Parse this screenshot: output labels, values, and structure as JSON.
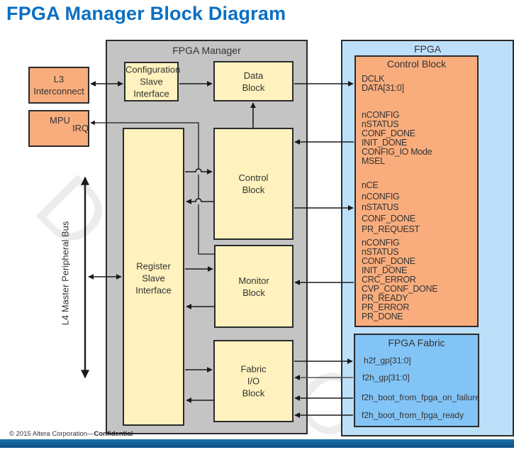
{
  "title": "FPGA Manager Block Diagram",
  "external": {
    "l3": "L3\nInterconnect",
    "mpu": "MPU",
    "irq": "IRQ",
    "bus": "L4 Master Peripheral Bus"
  },
  "fpga_manager": {
    "caption": "FPGA Manager",
    "config_slave": [
      "Configuration",
      "Slave",
      "Interface"
    ],
    "data_block": [
      "Data",
      "Block"
    ],
    "control_block": [
      "Control",
      "Block"
    ],
    "register_slave": [
      "Register",
      "Slave",
      "Interface"
    ],
    "monitor_block": [
      "Monitor",
      "Block"
    ],
    "fabric_io": [
      "Fabric",
      "I/O",
      "Block"
    ]
  },
  "fpga": {
    "caption": "FPGA",
    "control_block": {
      "title": "Control Block",
      "group1": [
        "DCLK",
        "DATA[31:0]"
      ],
      "group2": [
        "nCONFIG",
        "nSTATUS",
        "CONF_DONE",
        "INIT_DONE",
        "CONFIG_IO Mode",
        "MSEL"
      ],
      "group3": [
        "nCE",
        "nCONFIG",
        "nSTATUS",
        "CONF_DONE",
        "PR_REQUEST"
      ],
      "group4": [
        "nCONFIG",
        "nSTATUS",
        "CONF_DONE",
        "INIT_DONE",
        "CRC_ERROR",
        "CVP_CONF_DONE",
        "PR_READY",
        "PR_ERROR",
        "PR_DONE"
      ]
    },
    "fabric": {
      "title": "FPGA Fabric",
      "signals": [
        "h2f_gp[31:0]",
        "f2h_gp[31:0]",
        "f2h_boot_from_fpga_on_failure",
        "f2h_boot_from_fpga_ready"
      ]
    }
  },
  "footer": {
    "copyright": "© 2015 Altera Corporation—",
    "confidential": "Confidential"
  },
  "watermark": "DO NOT"
}
